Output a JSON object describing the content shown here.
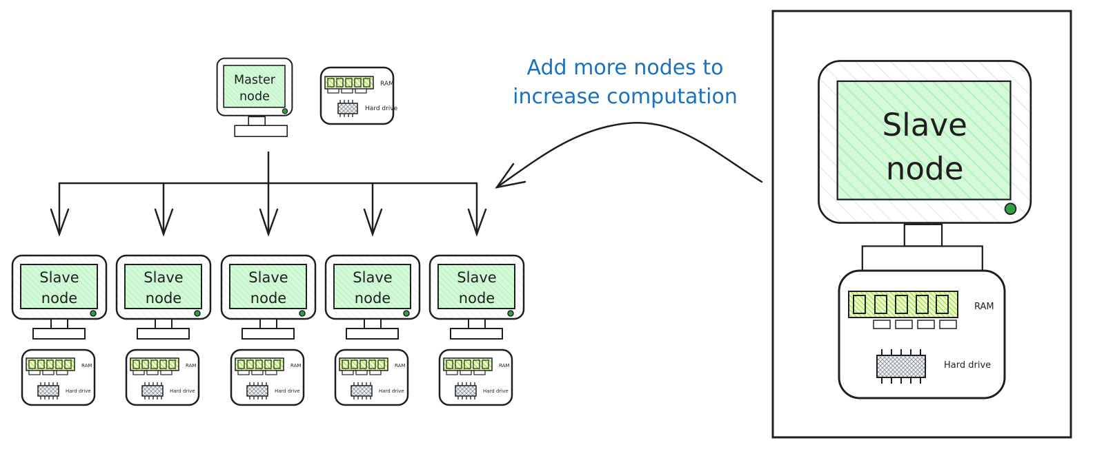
{
  "annotation": {
    "line1": "Add more nodes to",
    "line2": "increase computation",
    "color": "#1971c2"
  },
  "master": {
    "line1": "Master",
    "line2": "node",
    "ram_label": "RAM",
    "drive_label": "Hard drive"
  },
  "slaves": [
    {
      "line1": "Slave",
      "line2": "node",
      "ram_label": "RAM",
      "drive_label": "Hard drive"
    },
    {
      "line1": "Slave",
      "line2": "node",
      "ram_label": "RAM",
      "drive_label": "Hard drive"
    },
    {
      "line1": "Slave",
      "line2": "node",
      "ram_label": "RAM",
      "drive_label": "Hard drive"
    },
    {
      "line1": "Slave",
      "line2": "node",
      "ram_label": "RAM",
      "drive_label": "Hard drive"
    },
    {
      "line1": "Slave",
      "line2": "node",
      "ram_label": "RAM",
      "drive_label": "Hard drive"
    }
  ],
  "detail": {
    "line1": "Slave",
    "line2": "node",
    "ram_label": "RAM",
    "drive_label": "Hard drive"
  },
  "colors": {
    "stroke": "#1e1e1e",
    "screen_fill": "#d3f9d8",
    "ram_fill": "#c0eb75",
    "chip_fill": "#dee2e6",
    "power_led": "#2f9e44"
  }
}
